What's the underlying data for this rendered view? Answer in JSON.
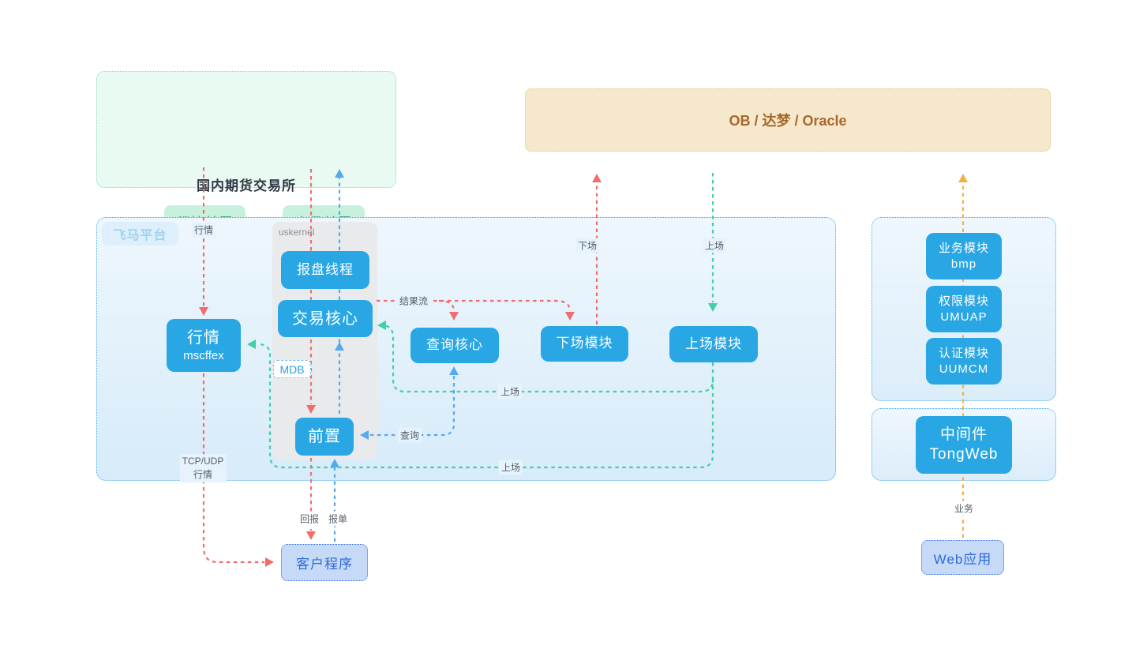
{
  "exchange": {
    "title": "国内期货交易所",
    "market_front": "行情前置",
    "trade_front": "交易前置"
  },
  "database": {
    "label": "OB / 达梦 / Oracle"
  },
  "platform": {
    "label": "飞马平台",
    "uskernel": {
      "label": "uskernel",
      "mdb": "MDB",
      "order_thread": "报盘线程",
      "trade_core": "交易核心",
      "front": "前置"
    },
    "market": {
      "line1": "行情",
      "line2": "mscffex"
    },
    "query_core": "查询核心",
    "offboard_module": "下场模块",
    "onboard_module": "上场模块"
  },
  "services": {
    "business": {
      "line1": "业务模块",
      "line2": "bmp"
    },
    "permission": {
      "line1": "权限模块",
      "line2": "UMUAP"
    },
    "auth": {
      "line1": "认证模块",
      "line2": "UUMCM"
    },
    "middleware": {
      "line1": "中间件",
      "line2": "TongWeb"
    }
  },
  "clients": {
    "client_app": "客户程序",
    "web_app": "Web应用"
  },
  "edge_labels": {
    "market": "行情",
    "offboard": "下场",
    "onboard_top": "上场",
    "result_stream": "结果流",
    "onboard_mid": "上场",
    "query": "查询",
    "onboard_bottom": "上场",
    "tcp_line1": "TCP/UDP",
    "tcp_line2": "行情",
    "report_back": "回报",
    "order_submit": "报单",
    "business_flow": "业务"
  },
  "colors": {
    "node_blue": "#29a7e4",
    "exchange_green_bg": "#e9faf3",
    "exchange_btn_bg": "#c7f0dd",
    "exchange_btn_text": "#2a9d76",
    "database_bg": "#f6e8cc",
    "database_text": "#a8682c",
    "platform_border": "#45ade9",
    "client_bg": "#c6d9f7",
    "client_text": "#2b6bd8",
    "edge_red": "#f16d6d",
    "edge_blue": "#55a9f0",
    "edge_teal": "#41cfa3",
    "edge_orange": "#f5b042"
  }
}
